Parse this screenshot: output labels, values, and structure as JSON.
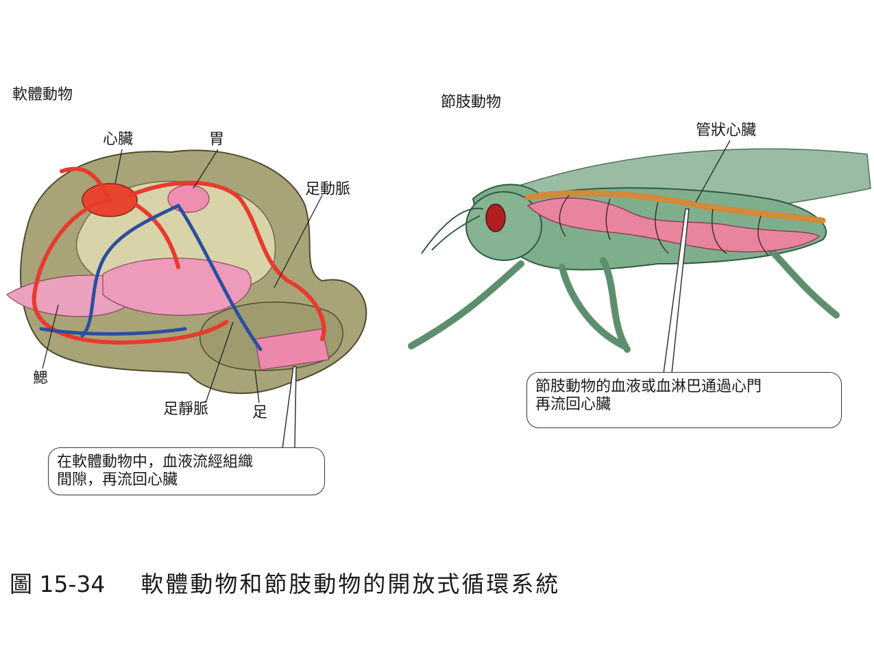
{
  "mollusc": {
    "heading": "軟體動物",
    "labels": {
      "heart": "心臟",
      "stomach": "胃",
      "pedal_artery": "足動脈",
      "gill": "鰓",
      "pedal_vein": "足靜脈",
      "foot": "足"
    },
    "callout_line1": "在軟體動物中，血液流經組織",
    "callout_line2": "間隙，再流回心臟"
  },
  "arthropod": {
    "heading": "節肢動物",
    "labels": {
      "tubular_heart": "管狀心臟"
    },
    "callout_line1": "節肢動物的血液或血淋巴通過心門",
    "callout_line2": "再流回心臟"
  },
  "caption": {
    "number": "圖 15-34",
    "title": "軟體動物和節肢動物的開放式循環系統"
  },
  "colors": {
    "artery": "#e83a2e",
    "vein": "#2b4fa0",
    "organ_pink": "#ea7fa4",
    "mantle": "#a9a57a",
    "insect_body": "#7fae8c",
    "heart_tube": "#d08a3a"
  }
}
